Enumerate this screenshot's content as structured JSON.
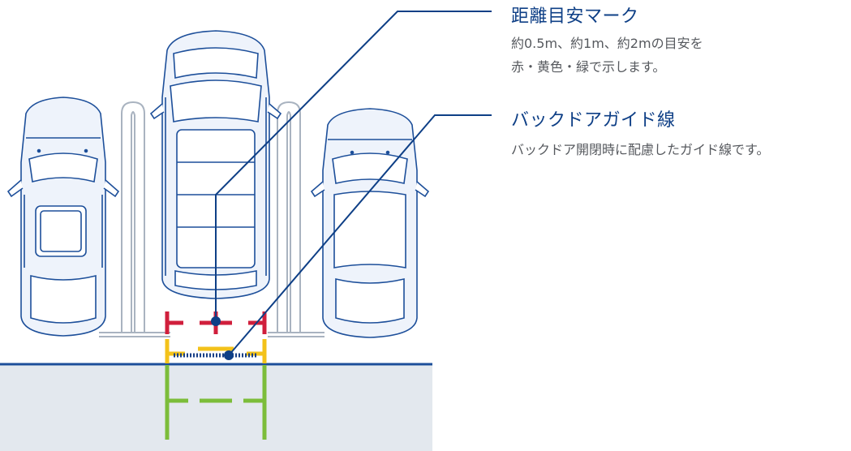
{
  "callouts": [
    {
      "title": "距離目安マーク",
      "desc_lines": [
        "約0.5m、約1m、約2mの目安を",
        "赤・黄色・緑で示します。"
      ]
    },
    {
      "title": "バックドアガイド線",
      "desc_lines": [
        "バックドア開閉時に配慮したガイド線です。"
      ]
    }
  ],
  "colors": {
    "title": "#0e3f86",
    "leader": "#0e3f86",
    "car_fill": "#eef3fb",
    "car_stroke": "#1d4f9a",
    "road": "#e3e8ee",
    "road_edge": "#1d4f9a",
    "mark_red": "#d01f3c",
    "mark_yellow": "#f3c21a",
    "mark_green": "#7cbd3a",
    "backdoor_line": "#173f86"
  },
  "icons": [
    "parked-car-left",
    "parked-car-center-minivan",
    "parked-car-right",
    "parking-bay-divider"
  ]
}
